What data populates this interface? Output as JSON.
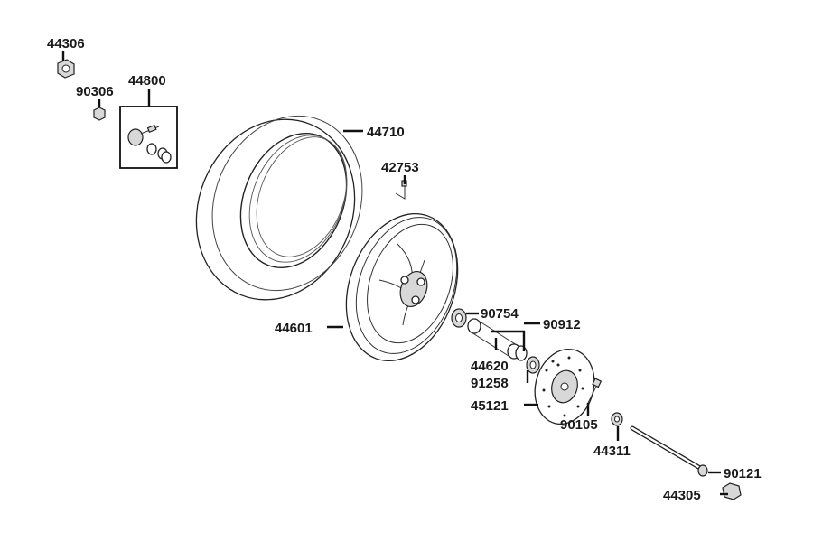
{
  "diagram": {
    "labels": {
      "p44306": "44306",
      "p90306": "90306",
      "p44800": "44800",
      "p44710": "44710",
      "p42753": "42753",
      "p44601": "44601",
      "p90754": "90754",
      "p90912": "90912",
      "p44620": "44620",
      "p91258": "91258",
      "p45121": "45121",
      "p90105": "90105",
      "p44311": "44311",
      "p90121": "90121",
      "p44305": "44305"
    },
    "line_color": "#111111",
    "fill_color": "#d8d8d8"
  }
}
